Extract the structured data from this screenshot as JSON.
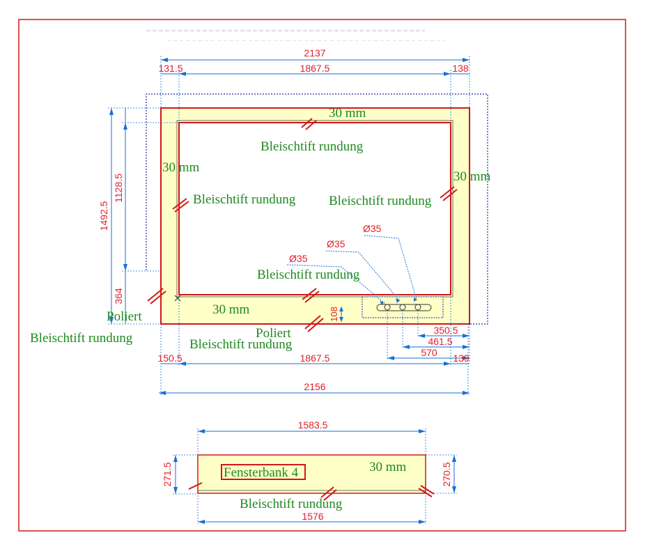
{
  "dims": {
    "top_total": "2137",
    "top_left": "131.5",
    "top_mid": "1867.5",
    "top_right": "138",
    "left_total": "1492.5",
    "left_inner": "1128.5",
    "left_bottom": "364",
    "hole1": "Ø35",
    "hole2": "Ø35",
    "hole3": "Ø35",
    "small_108": "108",
    "r1": "350.5",
    "r2": "461.5",
    "r3": "570",
    "bot_left": "150.5",
    "bot_mid": "1867.5",
    "bot_right": "139",
    "bot_total": "2156",
    "sill_top": "1583.5",
    "sill_left": "271.5",
    "sill_right": "270.5",
    "sill_bottom": "1576"
  },
  "notes": {
    "thick_top": "30 mm",
    "thick_left": "30 mm",
    "thick_right": "30 mm",
    "thick_bottom": "30 mm",
    "pencil_top": "Bleischtift rundung",
    "pencil_left": "Bleischtift rundung",
    "pencil_right": "Bleischtift rundung",
    "pencil_inner_bottom": "Bleischtift rundung",
    "polished_left": "Poliert",
    "pencil_outer_left": "Bleischtift rundung",
    "polished_bottom": "Poliert",
    "pencil_outer_bottom": "Bleischtift rundung",
    "sill_label": "Fensterbank 4",
    "sill_thick": "30 mm",
    "sill_pencil": "Bleischtift rundung"
  },
  "colors": {
    "frame": "#d01818",
    "slab_fill": "#ffffc8",
    "dimension_line": "#1a6ed8",
    "dimension_text": "#e0202a",
    "note_text": "#1f8a1f"
  }
}
